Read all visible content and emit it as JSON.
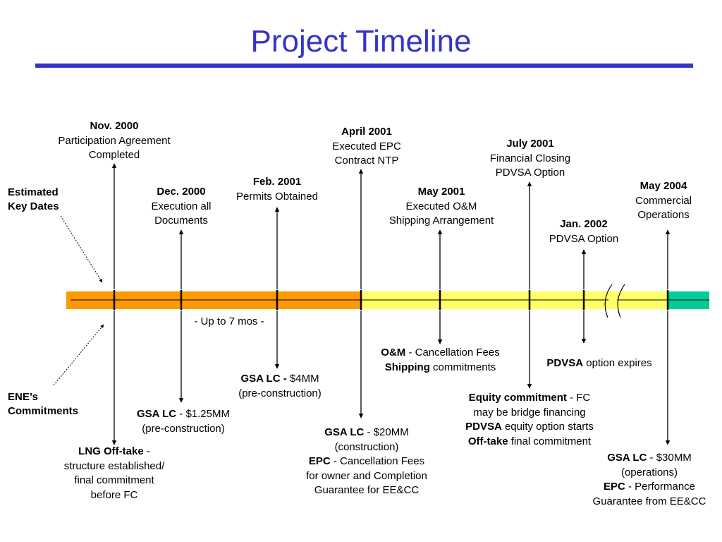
{
  "title": "Project Timeline",
  "side_labels": {
    "estimated_1": "Estimated",
    "estimated_2": "Key Dates",
    "ene_1": "ENE’s",
    "ene_2": "Commitments"
  },
  "colors": {
    "title": "#3333cc",
    "bar_phase1": "#ff9900",
    "bar_phase2": "#ffff66",
    "bar_phase3": "#00cc99"
  },
  "milestones": {
    "nov2000": {
      "date": "Nov. 2000",
      "l1": "Participation Agreement",
      "l2": "Completed"
    },
    "dec2000": {
      "date": "Dec. 2000",
      "l1": "Execution all",
      "l2": "Documents"
    },
    "feb2001": {
      "date": "Feb. 2001",
      "l1": "Permits Obtained"
    },
    "apr2001": {
      "date": "April 2001",
      "l1": "Executed EPC",
      "l2": "Contract NTP"
    },
    "may2001": {
      "date": "May 2001",
      "l1": "Executed O&M",
      "l2": "Shipping Arrangement"
    },
    "jul2001": {
      "date": "July 2001",
      "l1": "Financial Closing",
      "l2": "PDVSA Option"
    },
    "jan2002": {
      "date": "Jan. 2002",
      "l1": "PDVSA Option"
    },
    "may2004": {
      "date": "May 2004",
      "l1": "Commercial",
      "l2": "Operations"
    }
  },
  "span_note": "- Up to 7 mos -",
  "commitments": {
    "lng": {
      "b1": "LNG Off-take",
      "t1": " -",
      "l2": "structure established/",
      "l3": "final commitment",
      "l4": "before FC"
    },
    "gsa125": {
      "b1": "GSA LC",
      "t1": " - $1.25MM",
      "l2": "(pre-construction)"
    },
    "gsa4": {
      "b1": "GSA LC -",
      "t1": " $4MM",
      "l2": "(pre-construction)"
    },
    "gsa20": {
      "b1": "GSA LC",
      "t1": " - $20MM",
      "l2": "(construction)",
      "b3": "EPC",
      "t3": " - Cancellation Fees",
      "l4": "for owner and Completion",
      "l5": "Guarantee for EE&CC"
    },
    "om": {
      "b1": "O&M",
      "t1": " - Cancellation Fees",
      "b2": "Shipping",
      "t2": " commitments"
    },
    "equity": {
      "b1": "Equity commitment",
      "t1": " - FC",
      "l2": "may be bridge financing",
      "b3": "PDVSA",
      "t3": " equity option starts",
      "b4": "Off-take",
      "t4": " final commitment"
    },
    "pdvsa_exp": {
      "b1": "PDVSA",
      "t1": " option expires"
    },
    "gsa30": {
      "b1": "GSA LC",
      "t1": " - $30MM",
      "l2": "(operations)",
      "b3": "EPC",
      "t3": " - Performance",
      "l4": "Guarantee from EE&CC"
    }
  }
}
